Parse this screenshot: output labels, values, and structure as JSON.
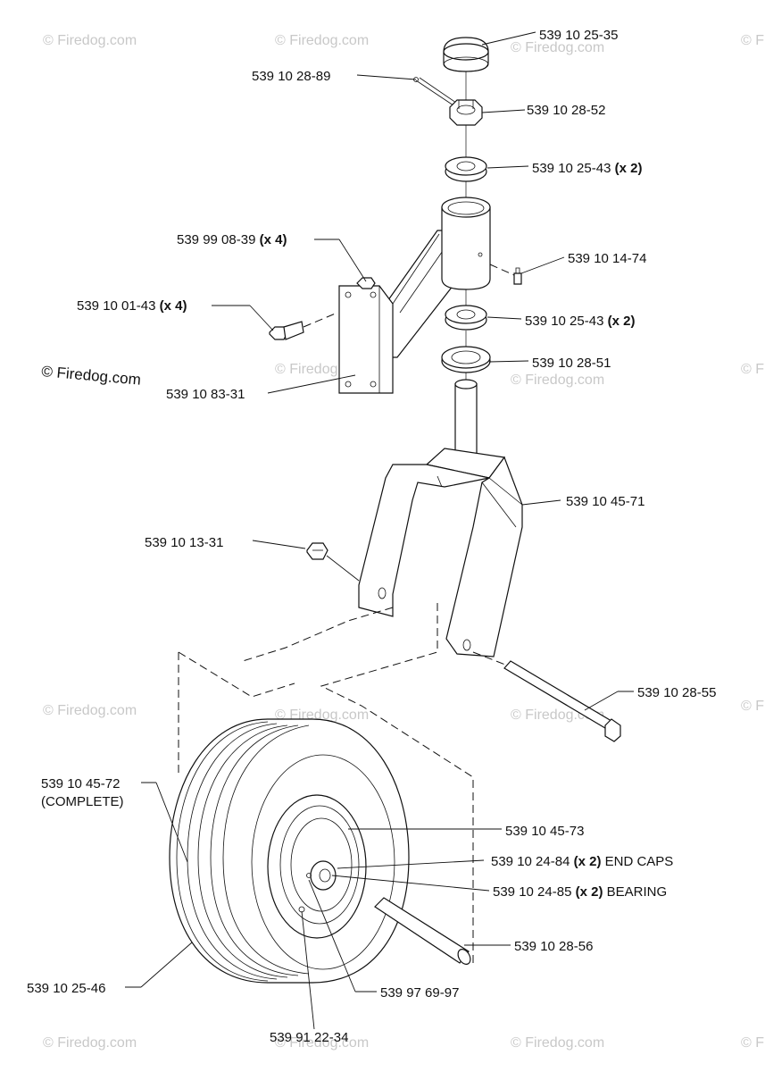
{
  "watermark": {
    "text": "© Firedog.com",
    "main": "© Firedog.com"
  },
  "parts": [
    {
      "id": "cap",
      "number": "539 10 25-35",
      "qty": ""
    },
    {
      "id": "cotter-pin",
      "number": "539 10 28-89",
      "qty": ""
    },
    {
      "id": "castle-nut",
      "number": "539 10 28-52",
      "qty": ""
    },
    {
      "id": "bearing-upper",
      "number": "539 10 25-43",
      "qty": "(x 2)"
    },
    {
      "id": "nut-x4",
      "number": "539 99 08-39",
      "qty": "(x 4)"
    },
    {
      "id": "grease-fitting",
      "number": "539 10 14-74",
      "qty": ""
    },
    {
      "id": "bolt-x4",
      "number": "539 10 01-43",
      "qty": "(x 4)"
    },
    {
      "id": "bearing-lower",
      "number": "539 10 25-43",
      "qty": "(x 2)"
    },
    {
      "id": "seal",
      "number": "539 10 28-51",
      "qty": ""
    },
    {
      "id": "caster-arm",
      "number": "539 10 83-31",
      "qty": ""
    },
    {
      "id": "fork",
      "number": "539 10 45-71",
      "qty": ""
    },
    {
      "id": "nut",
      "number": "539 10 13-31",
      "qty": ""
    },
    {
      "id": "axle-bolt",
      "number": "539 10 28-55",
      "qty": ""
    },
    {
      "id": "wheel-complete",
      "number": "539 10 45-72",
      "qty": "",
      "note": "(COMPLETE)"
    },
    {
      "id": "rim",
      "number": "539 10 45-73",
      "qty": ""
    },
    {
      "id": "end-caps",
      "number": "539 10 24-84",
      "qty": "(x 2)",
      "note": "END CAPS"
    },
    {
      "id": "wheel-bearing",
      "number": "539 10 24-85",
      "qty": "(x 2)",
      "note": "BEARING"
    },
    {
      "id": "spacer",
      "number": "539 10 28-56",
      "qty": ""
    },
    {
      "id": "tire",
      "number": "539 10 25-46",
      "qty": ""
    },
    {
      "id": "valve",
      "number": "539 97 69-97",
      "qty": ""
    },
    {
      "id": "inner-tube",
      "number": "539 91 22-34",
      "qty": ""
    }
  ]
}
